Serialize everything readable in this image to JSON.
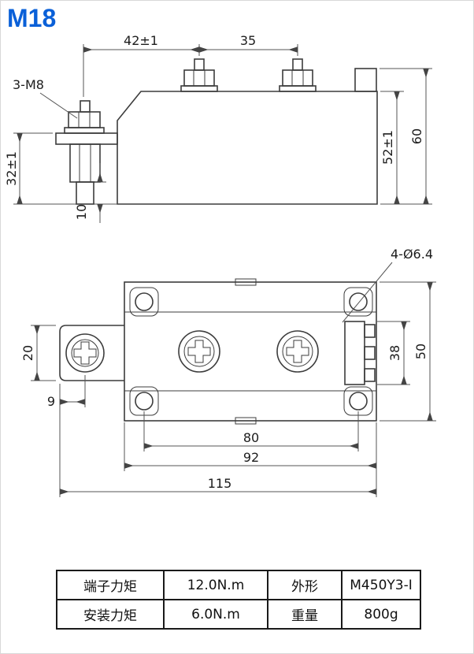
{
  "header": {
    "model": "M18"
  },
  "colors": {
    "accent_blue": "#0a60d8",
    "line": "#3c3c3c"
  },
  "side_view": {
    "dims": {
      "top_left_width": "42±1",
      "top_right_width": "35",
      "bolt_thread": "3-M8",
      "terminal_height": "32±1",
      "base_offset": "10",
      "body_height": "52±1",
      "total_height": "60"
    }
  },
  "top_view": {
    "dims": {
      "mount_holes": "4-Ø6.4",
      "terminal_width": "20",
      "terminal_offset": "9",
      "connector_span": "38",
      "body_depth": "50",
      "hole_spacing": "80",
      "body_width": "92",
      "total_width": "115"
    }
  },
  "spec_table": {
    "rows": [
      {
        "c1": "端子力矩",
        "c2": "12.0N.m",
        "c3": "外形",
        "c4": "M450Y3-I"
      },
      {
        "c1": "安装力矩",
        "c2": "6.0N.m",
        "c3": "重量",
        "c4": "800g"
      }
    ]
  }
}
